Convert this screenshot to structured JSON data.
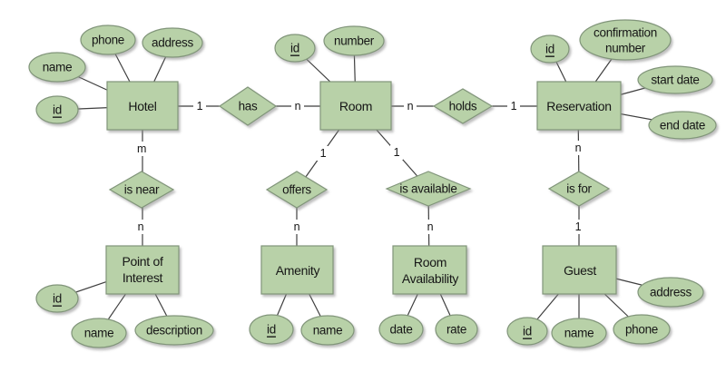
{
  "colors": {
    "shape_fill": "#b8d1a8",
    "shape_stroke": "#81957a",
    "connector": "#3f3f3f",
    "text": "#161616",
    "background": "#ffffff"
  },
  "entities": {
    "hotel": {
      "label": "Hotel"
    },
    "room": {
      "label": "Room"
    },
    "reservation": {
      "label": "Reservation"
    },
    "point_of_interest": {
      "label_line1": "Point of",
      "label_line2": "Interest"
    },
    "amenity": {
      "label": "Amenity"
    },
    "room_availability": {
      "label_line1": "Room",
      "label_line2": "Availability"
    },
    "guest": {
      "label": "Guest"
    }
  },
  "relationships": {
    "has": {
      "label": "has",
      "cardinalities": {
        "hotel_side": "1",
        "room_side": "n"
      }
    },
    "holds": {
      "label": "holds",
      "cardinalities": {
        "room_side": "n",
        "reservation_side": "1"
      }
    },
    "is_near": {
      "label": "is near",
      "cardinalities": {
        "hotel_side": "m",
        "point_of_interest_side": "n"
      }
    },
    "offers": {
      "label": "offers",
      "cardinalities": {
        "room_side": "1",
        "amenity_side": "n"
      }
    },
    "is_available": {
      "label": "is available",
      "cardinalities": {
        "room_side": "1",
        "room_availability_side": "n"
      }
    },
    "is_for": {
      "label": "is for",
      "cardinalities": {
        "reservation_side": "n",
        "guest_side": "1"
      }
    }
  },
  "attributes": {
    "hotel": {
      "id": "id",
      "name": "name",
      "phone": "phone",
      "address": "address"
    },
    "room": {
      "id": "id",
      "number": "number"
    },
    "reservation": {
      "id": "id",
      "confirmation_number_line1": "confirmation",
      "confirmation_number_line2": "number",
      "start_date": "start date",
      "end_date": "end date"
    },
    "point_of_interest": {
      "id": "id",
      "name": "name",
      "description": "description"
    },
    "amenity": {
      "id": "id",
      "name": "name"
    },
    "room_availability": {
      "date": "date",
      "rate": "rate"
    },
    "guest": {
      "id": "id",
      "name": "name",
      "phone": "phone",
      "address": "address"
    }
  },
  "key_attributes_underlined": [
    "hotel.id",
    "room.id",
    "reservation.id",
    "point_of_interest.id",
    "amenity.id",
    "guest.id"
  ]
}
